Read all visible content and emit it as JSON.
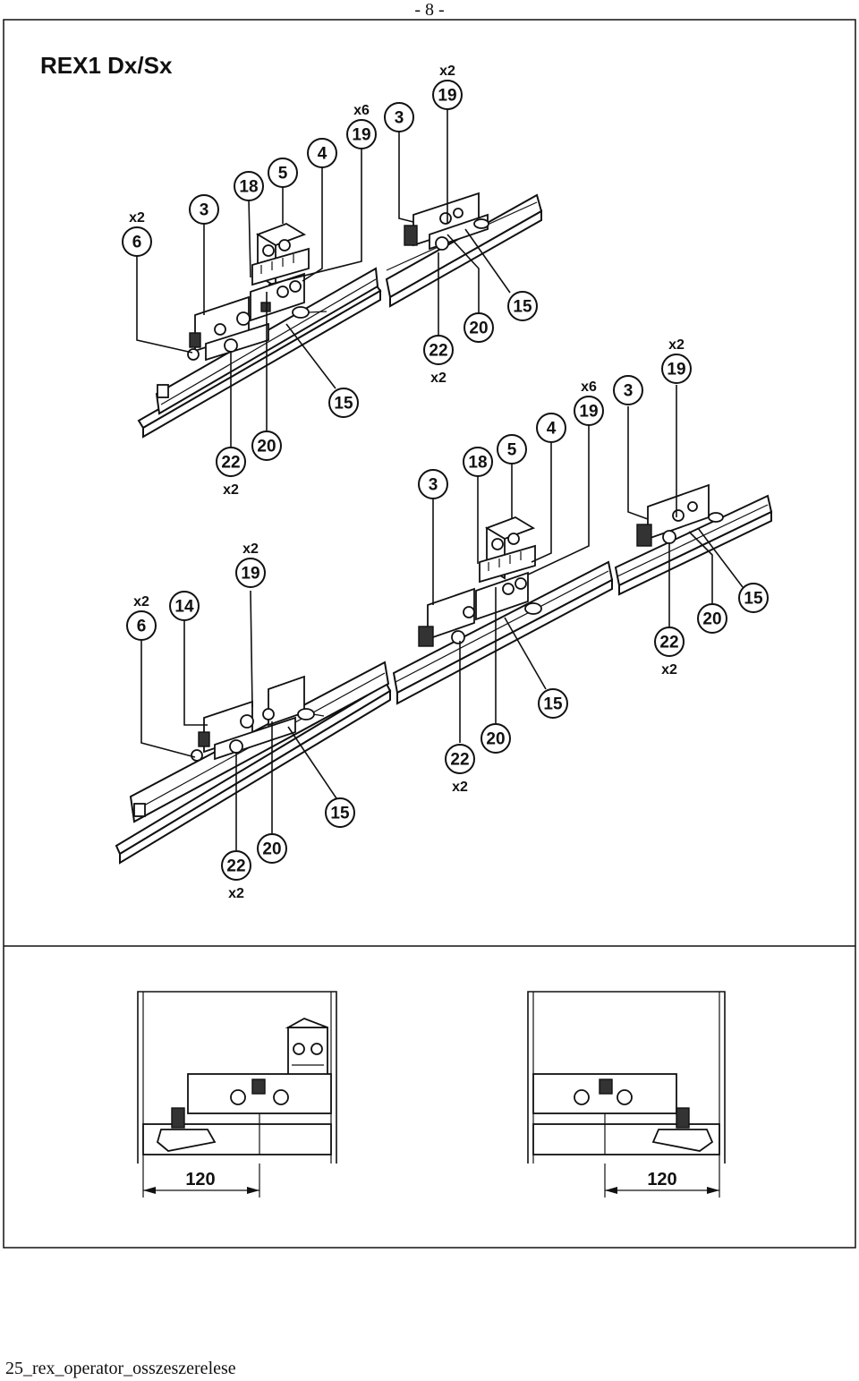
{
  "page": {
    "number": "- 8 -",
    "footer": "25_rex_operator_osszeszerelese"
  },
  "figure": {
    "title": "REX1 Dx/Sx",
    "dimension_label": "120"
  },
  "callouts": [
    {
      "id": "a1",
      "label": "6",
      "qty": "x2"
    },
    {
      "id": "a2",
      "label": "3",
      "qty": ""
    },
    {
      "id": "a3",
      "label": "18",
      "qty": ""
    },
    {
      "id": "a4",
      "label": "5",
      "qty": ""
    },
    {
      "id": "a5",
      "label": "4",
      "qty": ""
    },
    {
      "id": "a6",
      "label": "19",
      "qty": "x6"
    },
    {
      "id": "a7",
      "label": "3",
      "qty": ""
    },
    {
      "id": "a8",
      "label": "19",
      "qty": "x2"
    },
    {
      "id": "a9",
      "label": "15",
      "qty": ""
    },
    {
      "id": "a10",
      "label": "20",
      "qty": ""
    },
    {
      "id": "a11",
      "label": "22",
      "qty": "x2"
    },
    {
      "id": "a12",
      "label": "15",
      "qty": ""
    },
    {
      "id": "a13",
      "label": "20",
      "qty": ""
    },
    {
      "id": "a14",
      "label": "22",
      "qty": "x2"
    },
    {
      "id": "b1",
      "label": "3",
      "qty": ""
    },
    {
      "id": "b2",
      "label": "18",
      "qty": ""
    },
    {
      "id": "b3",
      "label": "5",
      "qty": ""
    },
    {
      "id": "b4",
      "label": "4",
      "qty": ""
    },
    {
      "id": "b5",
      "label": "19",
      "qty": "x6"
    },
    {
      "id": "b6",
      "label": "3",
      "qty": ""
    },
    {
      "id": "b7",
      "label": "19",
      "qty": "x2"
    },
    {
      "id": "b8",
      "label": "15",
      "qty": ""
    },
    {
      "id": "b9",
      "label": "20",
      "qty": ""
    },
    {
      "id": "b10",
      "label": "22",
      "qty": "x2"
    },
    {
      "id": "b11",
      "label": "19",
      "qty": "x2"
    },
    {
      "id": "b12",
      "label": "6",
      "qty": "x2"
    },
    {
      "id": "b13",
      "label": "14",
      "qty": ""
    },
    {
      "id": "b14",
      "label": "15",
      "qty": ""
    },
    {
      "id": "b15",
      "label": "20",
      "qty": ""
    },
    {
      "id": "b16",
      "label": "22",
      "qty": "x2"
    },
    {
      "id": "b17",
      "label": "15",
      "qty": ""
    },
    {
      "id": "b18",
      "label": "20",
      "qty": ""
    },
    {
      "id": "b19",
      "label": "22",
      "qty": "x2"
    }
  ]
}
